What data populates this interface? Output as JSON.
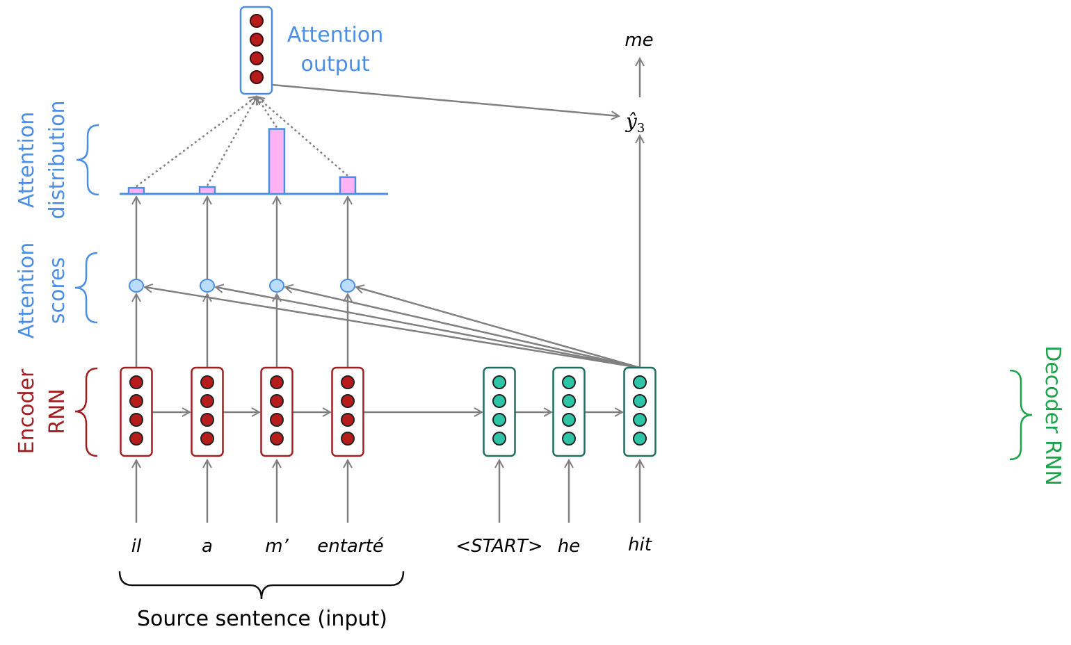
{
  "colors": {
    "encoder": "#a01f22",
    "encoder_dot": "#b71c1c",
    "decoder": "#1f6e5e",
    "decoder_dot": "#2ec4a6",
    "attention": "#4a8ee6",
    "attention_light": "#b9dcff",
    "decoder_label": "#1aa34a",
    "bar_fill": "#ffb3f5",
    "arrow": "#808080"
  },
  "labels": {
    "attention_output_line1": "Attention",
    "attention_output_line2": "output",
    "attention_distribution_line1": "Attention",
    "attention_distribution_line2": "distribution",
    "attention_scores_line1": "Attention",
    "attention_scores_line2": "scores",
    "encoder_line1": "Encoder",
    "encoder_line2": "RNN",
    "decoder": "Decoder RNN",
    "source_sentence": "Source sentence (input)",
    "output_word": "me",
    "y_hat": "ŷ",
    "y_hat_sub": "3"
  },
  "source_words": [
    "il",
    "a",
    "m’",
    "entarté"
  ],
  "decoder_words": [
    "<START>",
    "he",
    "hit"
  ],
  "attention_weights": [
    0.08,
    0.09,
    0.85,
    0.22
  ],
  "icons": {
    "hidden_state": "four-dot-vector-cell",
    "score_node": "score-circle"
  }
}
